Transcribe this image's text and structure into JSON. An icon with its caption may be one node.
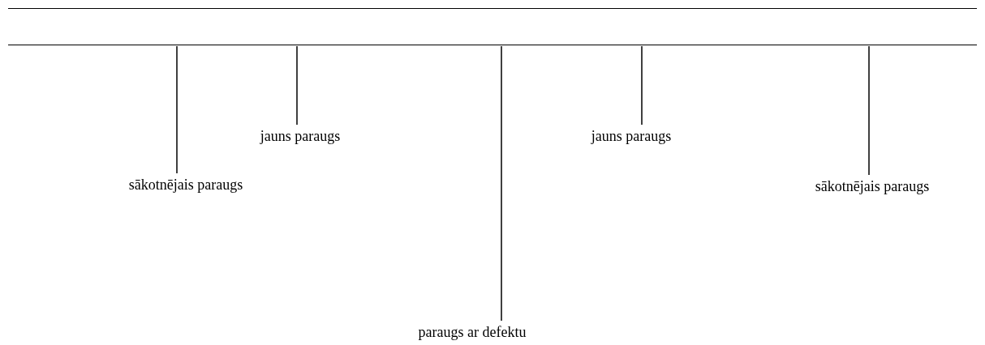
{
  "diagram": {
    "nodes": [
      {
        "text": [],
        "shape": "bar"
      },
      {
        "text": [
          "sākotnējais paraugs"
        ]
      },
      {
        "text": [
          "jauns paraugs"
        ]
      },
      {
        "text": [
          "paraugs ar defektu"
        ]
      },
      {
        "text": [
          "jauns paraugs"
        ]
      },
      {
        "text": [
          "sākotnējais paraugs"
        ]
      }
    ],
    "edges": [
      {
        "from": 1,
        "to": 0,
        "arrow": "none"
      },
      {
        "from": 2,
        "to": 0,
        "arrow": "none"
      },
      {
        "from": 3,
        "to": 0,
        "arrow": "none"
      },
      {
        "from": 4,
        "to": 0,
        "arrow": "none"
      },
      {
        "from": 5,
        "to": 0,
        "arrow": "none"
      }
    ]
  }
}
